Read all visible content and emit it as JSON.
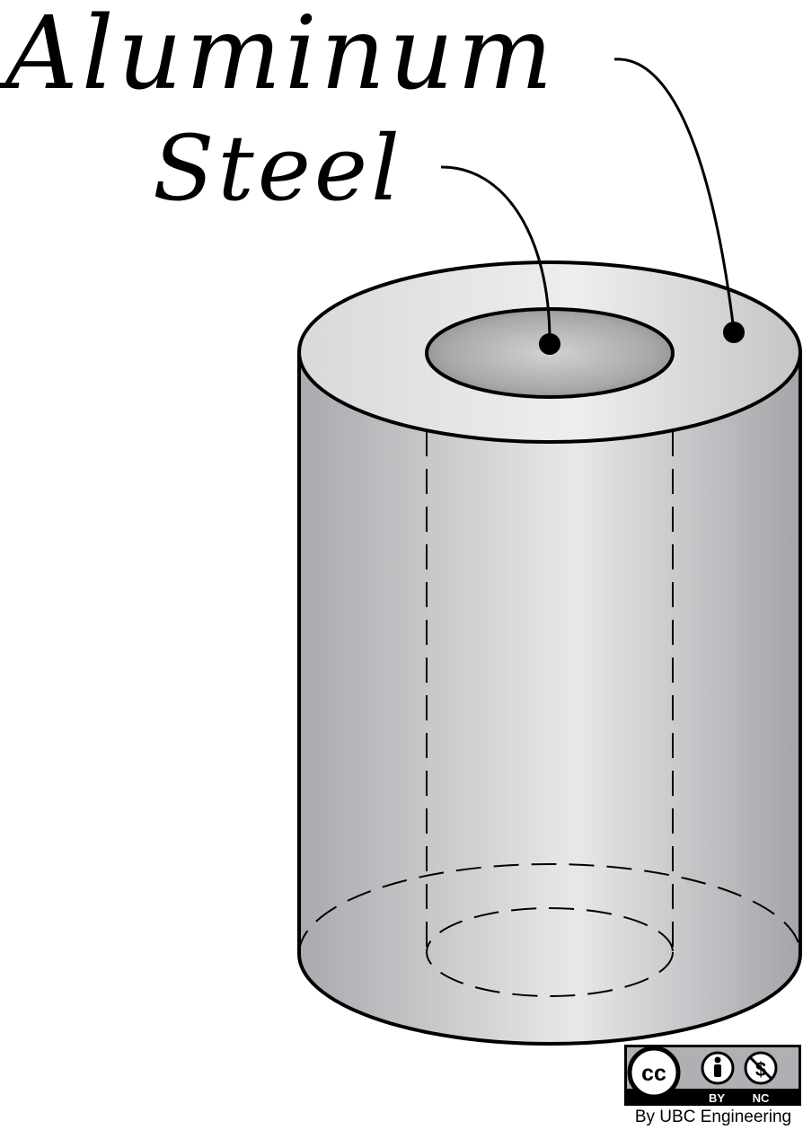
{
  "labels": {
    "outer_material": "Aluminum",
    "inner_material": "Steel"
  },
  "license": {
    "badge_cc": "cc",
    "badge_by": "BY",
    "badge_nc": "NC",
    "attribution": "By UBC Engineering"
  },
  "icons": {
    "cc": "creative-commons-icon",
    "by": "attribution-person-icon",
    "nc": "non-commercial-dollar-icon"
  },
  "colors": {
    "outline": "#000000",
    "metal_light": "#e8e8ea",
    "metal_dark": "#a9aaad",
    "steel_dark": "#8c8c8c",
    "badge_bg": "#aeb0b3"
  }
}
